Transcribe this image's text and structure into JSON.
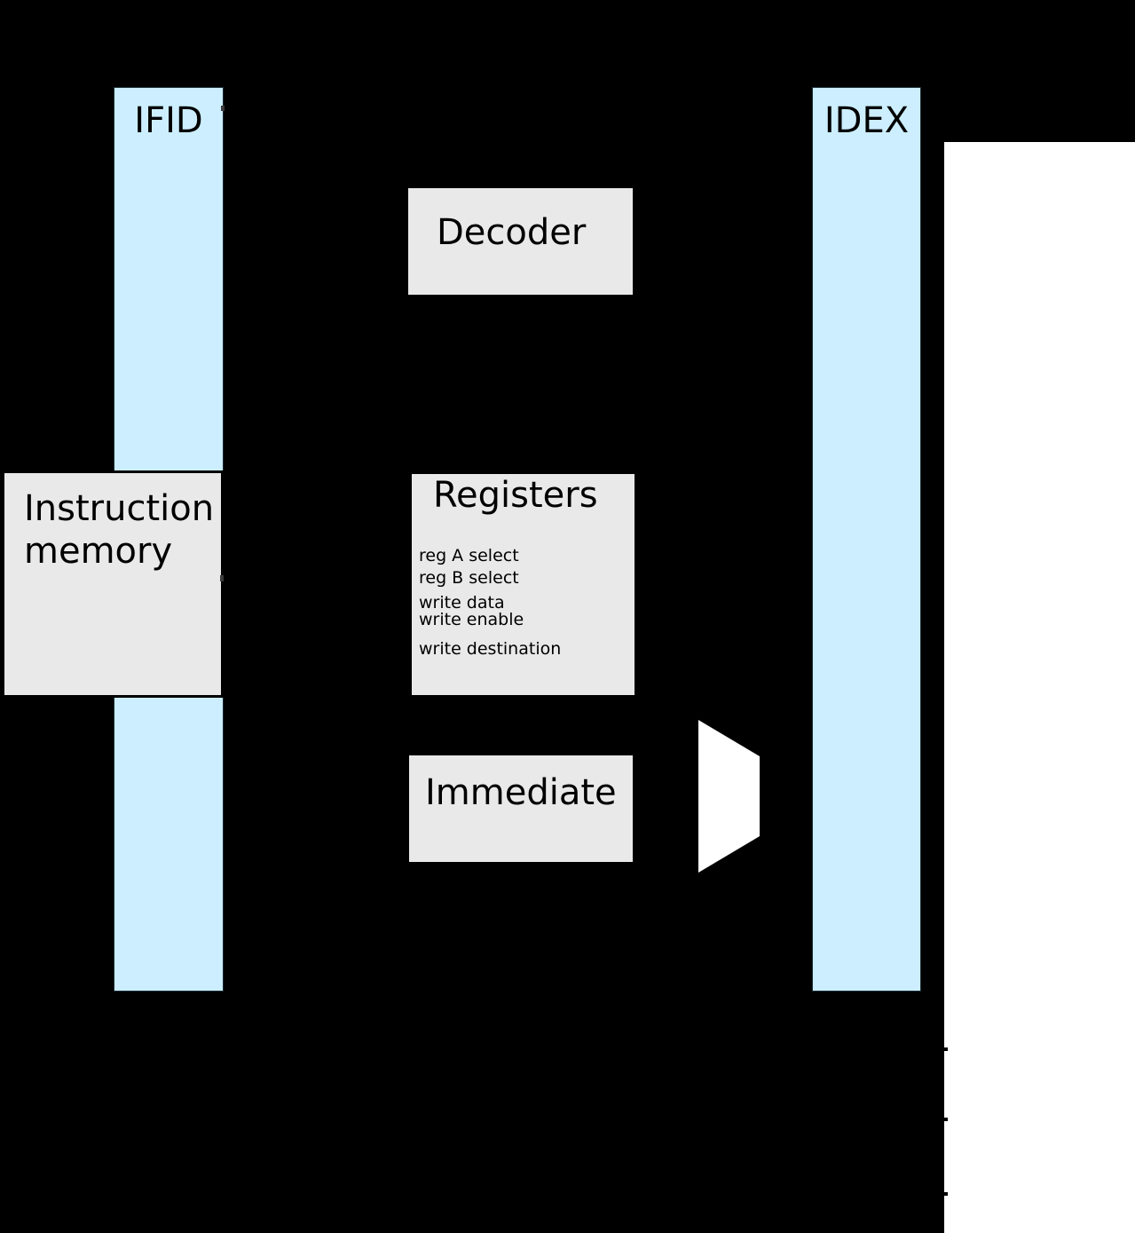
{
  "pipeline_registers": {
    "ifid": {
      "label": "IFID"
    },
    "idex": {
      "label": "IDEX"
    }
  },
  "blocks": {
    "decoder": {
      "title": "Decoder"
    },
    "instruction_memory": {
      "title_lines": [
        "Instruction",
        "memory"
      ]
    },
    "registers": {
      "title": "Registers",
      "port_labels": [
        "reg A select",
        "reg B select",
        "write data",
        "write enable",
        "write destination"
      ]
    },
    "immediate": {
      "title": "Immediate"
    }
  },
  "shapes": {
    "mux": "right-facing-trapezoid-multiplexer"
  },
  "colors": {
    "background": "#000000",
    "pipeline_register_fill": "#cceeff",
    "block_fill": "#e9e9e9",
    "block_border": "#000000",
    "canvas_fill": "#ffffff",
    "mux_fill": "#ffffff",
    "text": "#000000"
  }
}
